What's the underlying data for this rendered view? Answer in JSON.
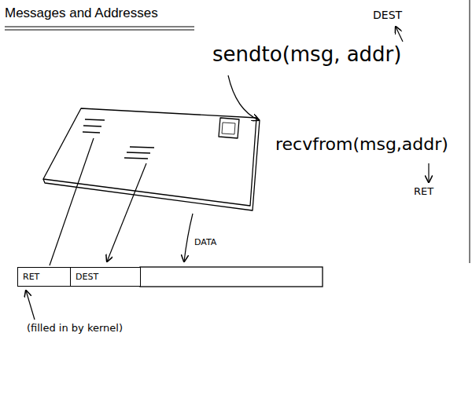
{
  "diagram": {
    "title": "Messages and Addresses",
    "nodes": [
      {
        "text": [
          "RET"
        ]
      },
      {
        "text": [
          "DEST"
        ]
      }
    ],
    "labels": [
      "DEST",
      "sendto(msg, addr)",
      "recvfrom(msg,addr)",
      "RET",
      "DATA",
      "(filled in by kernel)"
    ]
  }
}
